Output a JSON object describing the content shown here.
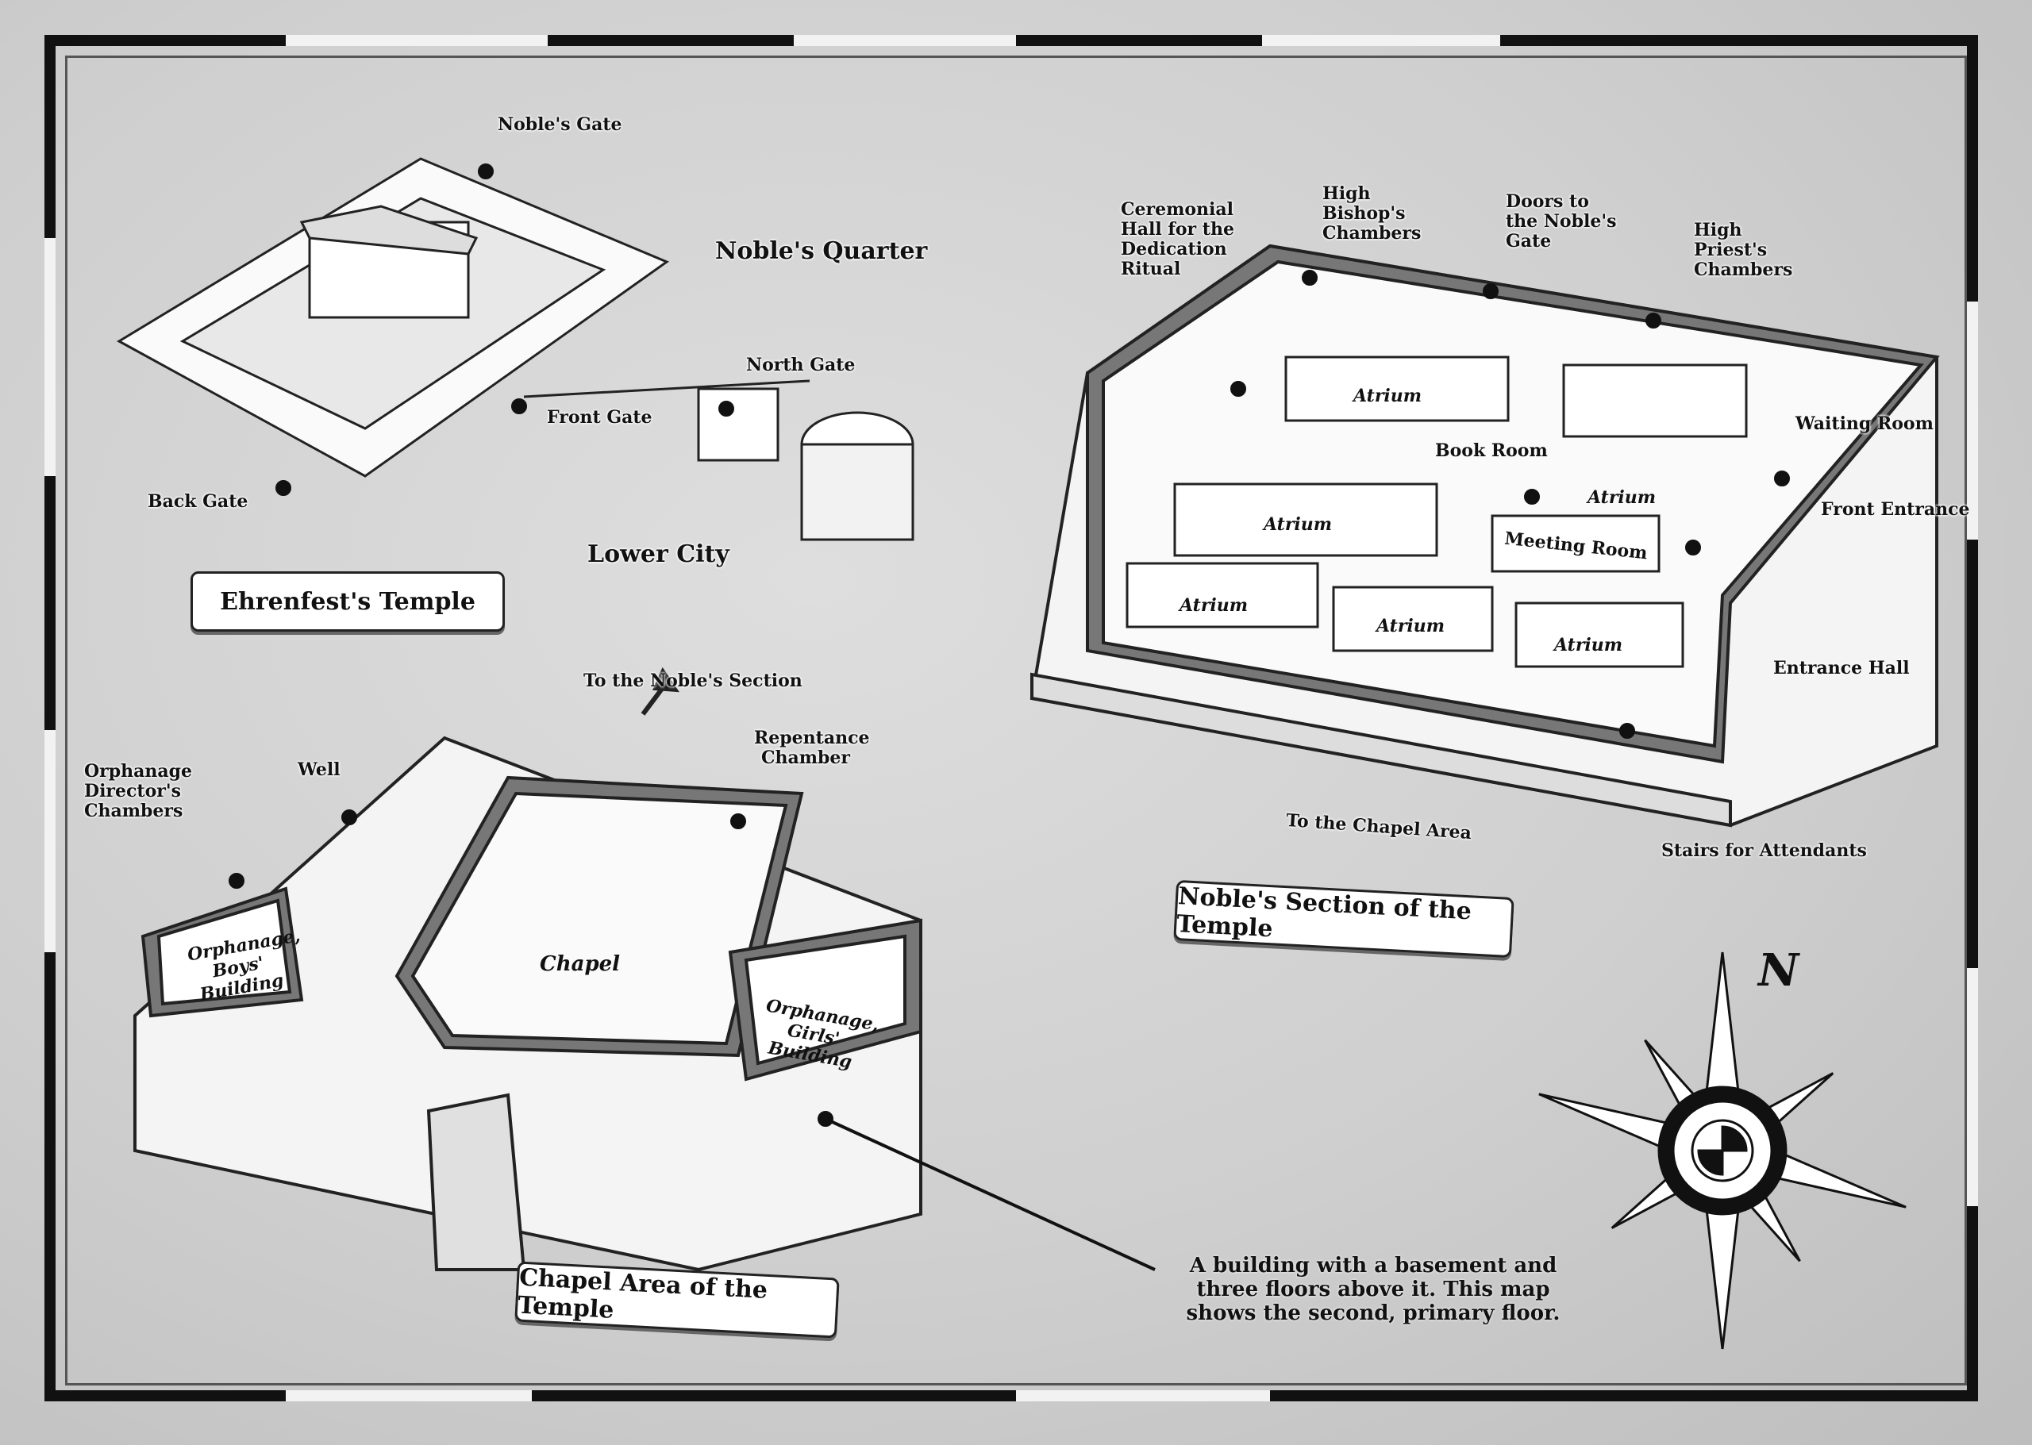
{
  "map_title": "Ehrenfest's Temple",
  "overview": {
    "banner": "Ehrenfest's Temple",
    "labels": {
      "nobles_gate": "Noble's Gate",
      "nobles_quarter": "Noble's Quarter",
      "north_gate": "North Gate",
      "front_gate": "Front Gate",
      "back_gate": "Back Gate",
      "lower_city": "Lower City"
    }
  },
  "nobles_section": {
    "banner": "Noble's Section of the Temple",
    "labels": {
      "ceremonial_hall": "Ceremonial Hall for the Dedication Ritual",
      "high_bishop": "High Bishop's Chambers",
      "doors_nobles_gate": "Doors to the Noble's Gate",
      "high_priest": "High Priest's Chambers",
      "waiting_room": "Waiting Room",
      "book_room": "Book Room",
      "front_entrance": "Front Entrance",
      "meeting_room": "Meeting Room",
      "entrance_hall": "Entrance Hall",
      "to_chapel_area": "To the Chapel Area",
      "stairs_attendants": "Stairs for Attendants"
    },
    "atriums": [
      "Atrium",
      "Atrium",
      "Atrium",
      "Atrium",
      "Atrium",
      "Atrium"
    ]
  },
  "chapel_area": {
    "banner": "Chapel Area of the Temple",
    "labels": {
      "to_nobles_section": "To the Noble's Section",
      "repentance_chamber": "Repentance Chamber",
      "well": "Well",
      "director_chambers": "Orphanage Director's Chambers",
      "boys_building": "Orphanage, Boys' Building",
      "chapel": "Chapel",
      "girls_building": "Orphanage, Girls' Building"
    }
  },
  "note": "A building with a basement and three floors above it. This map shows the second, primary floor.",
  "compass": {
    "north": "N"
  }
}
